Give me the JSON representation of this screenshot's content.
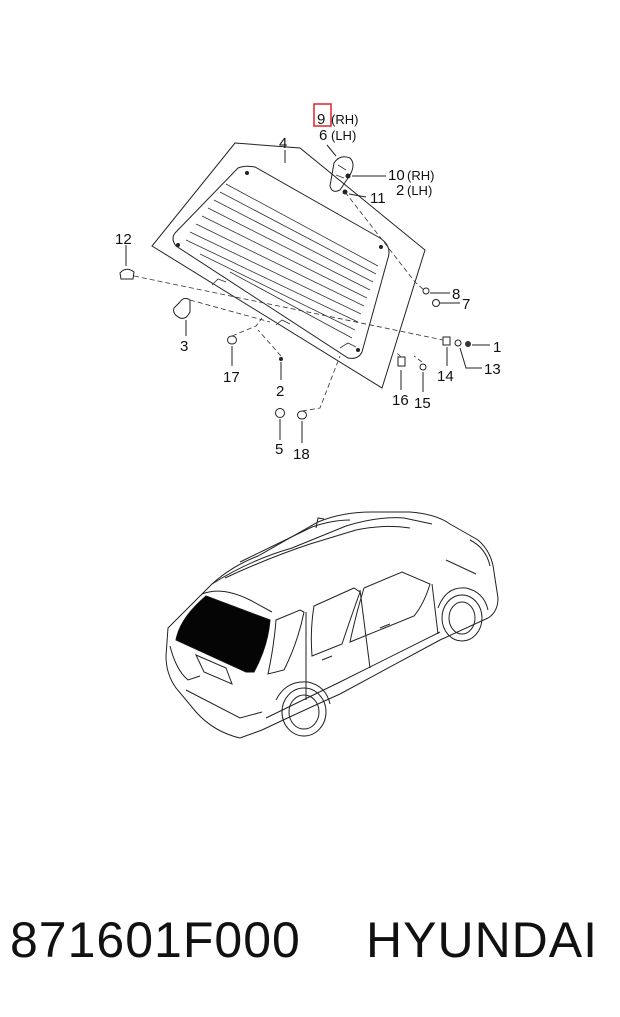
{
  "callouts": [
    {
      "id": "c9",
      "text": "9"
    },
    {
      "id": "c9rh",
      "text": "(RH)"
    },
    {
      "id": "c6",
      "text": "6"
    },
    {
      "id": "c6lh",
      "text": "(LH)"
    },
    {
      "id": "c4",
      "text": "4"
    },
    {
      "id": "c10",
      "text": "10"
    },
    {
      "id": "c10rh",
      "text": "(RH)"
    },
    {
      "id": "c2b",
      "text": "2"
    },
    {
      "id": "c2blh",
      "text": "(LH)"
    },
    {
      "id": "c11",
      "text": "11"
    },
    {
      "id": "c12",
      "text": "12"
    },
    {
      "id": "c8",
      "text": "8"
    },
    {
      "id": "c7",
      "text": "7"
    },
    {
      "id": "c3",
      "text": "3"
    },
    {
      "id": "c1",
      "text": "1"
    },
    {
      "id": "c13",
      "text": "13"
    },
    {
      "id": "c17",
      "text": "17"
    },
    {
      "id": "c2",
      "text": "2"
    },
    {
      "id": "c14",
      "text": "14"
    },
    {
      "id": "c16",
      "text": "16"
    },
    {
      "id": "c15",
      "text": "15"
    },
    {
      "id": "c5",
      "text": "5"
    },
    {
      "id": "c18",
      "text": "18"
    }
  ],
  "highlight_color": "#e0232b",
  "footer": {
    "part_number": "871601F000",
    "brand": "HYUNDAI"
  }
}
